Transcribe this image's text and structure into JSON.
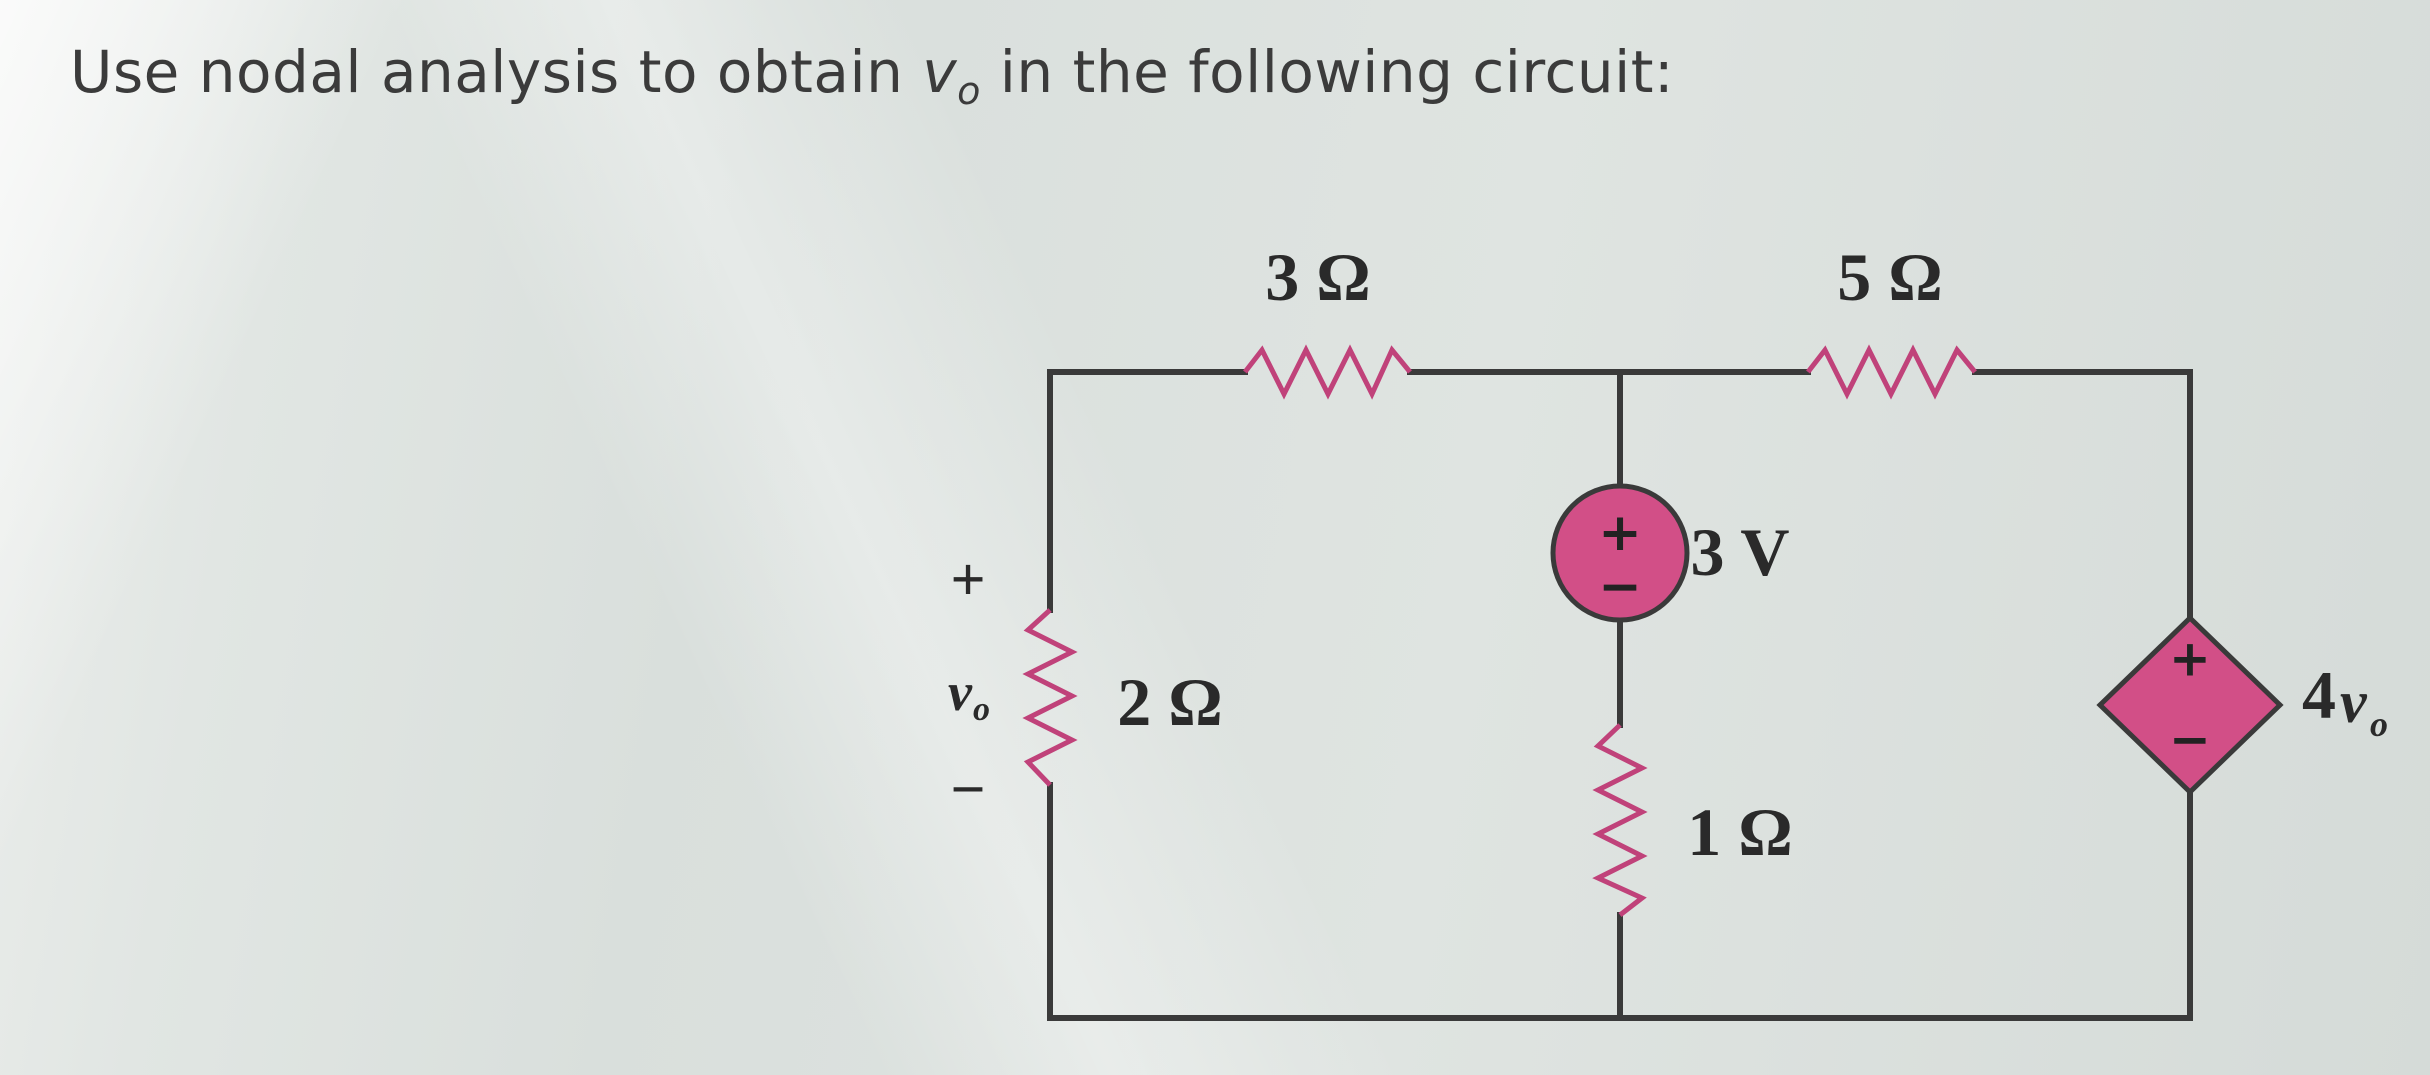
{
  "question": {
    "prefix": "Use nodal analysis to obtain ",
    "variable": "v",
    "variable_sub": "o",
    "suffix": " in the following circuit:"
  },
  "circuit": {
    "resistors": [
      {
        "name": "resistor-3-ohm",
        "label": "3 Ω"
      },
      {
        "name": "resistor-5-ohm",
        "label": "5 Ω"
      },
      {
        "name": "resistor-2-ohm",
        "label": "2 Ω"
      },
      {
        "name": "resistor-1-ohm",
        "label": "1 Ω"
      }
    ],
    "voltage_source": {
      "label": "3 V",
      "plus": "+",
      "minus": "−"
    },
    "dependent_source": {
      "label_coef": "4",
      "label_var": "v",
      "label_sub": "o",
      "plus": "+",
      "minus": "−"
    },
    "vo_marker": {
      "plus": "+",
      "var": "v",
      "sub": "o",
      "minus": "−"
    }
  }
}
